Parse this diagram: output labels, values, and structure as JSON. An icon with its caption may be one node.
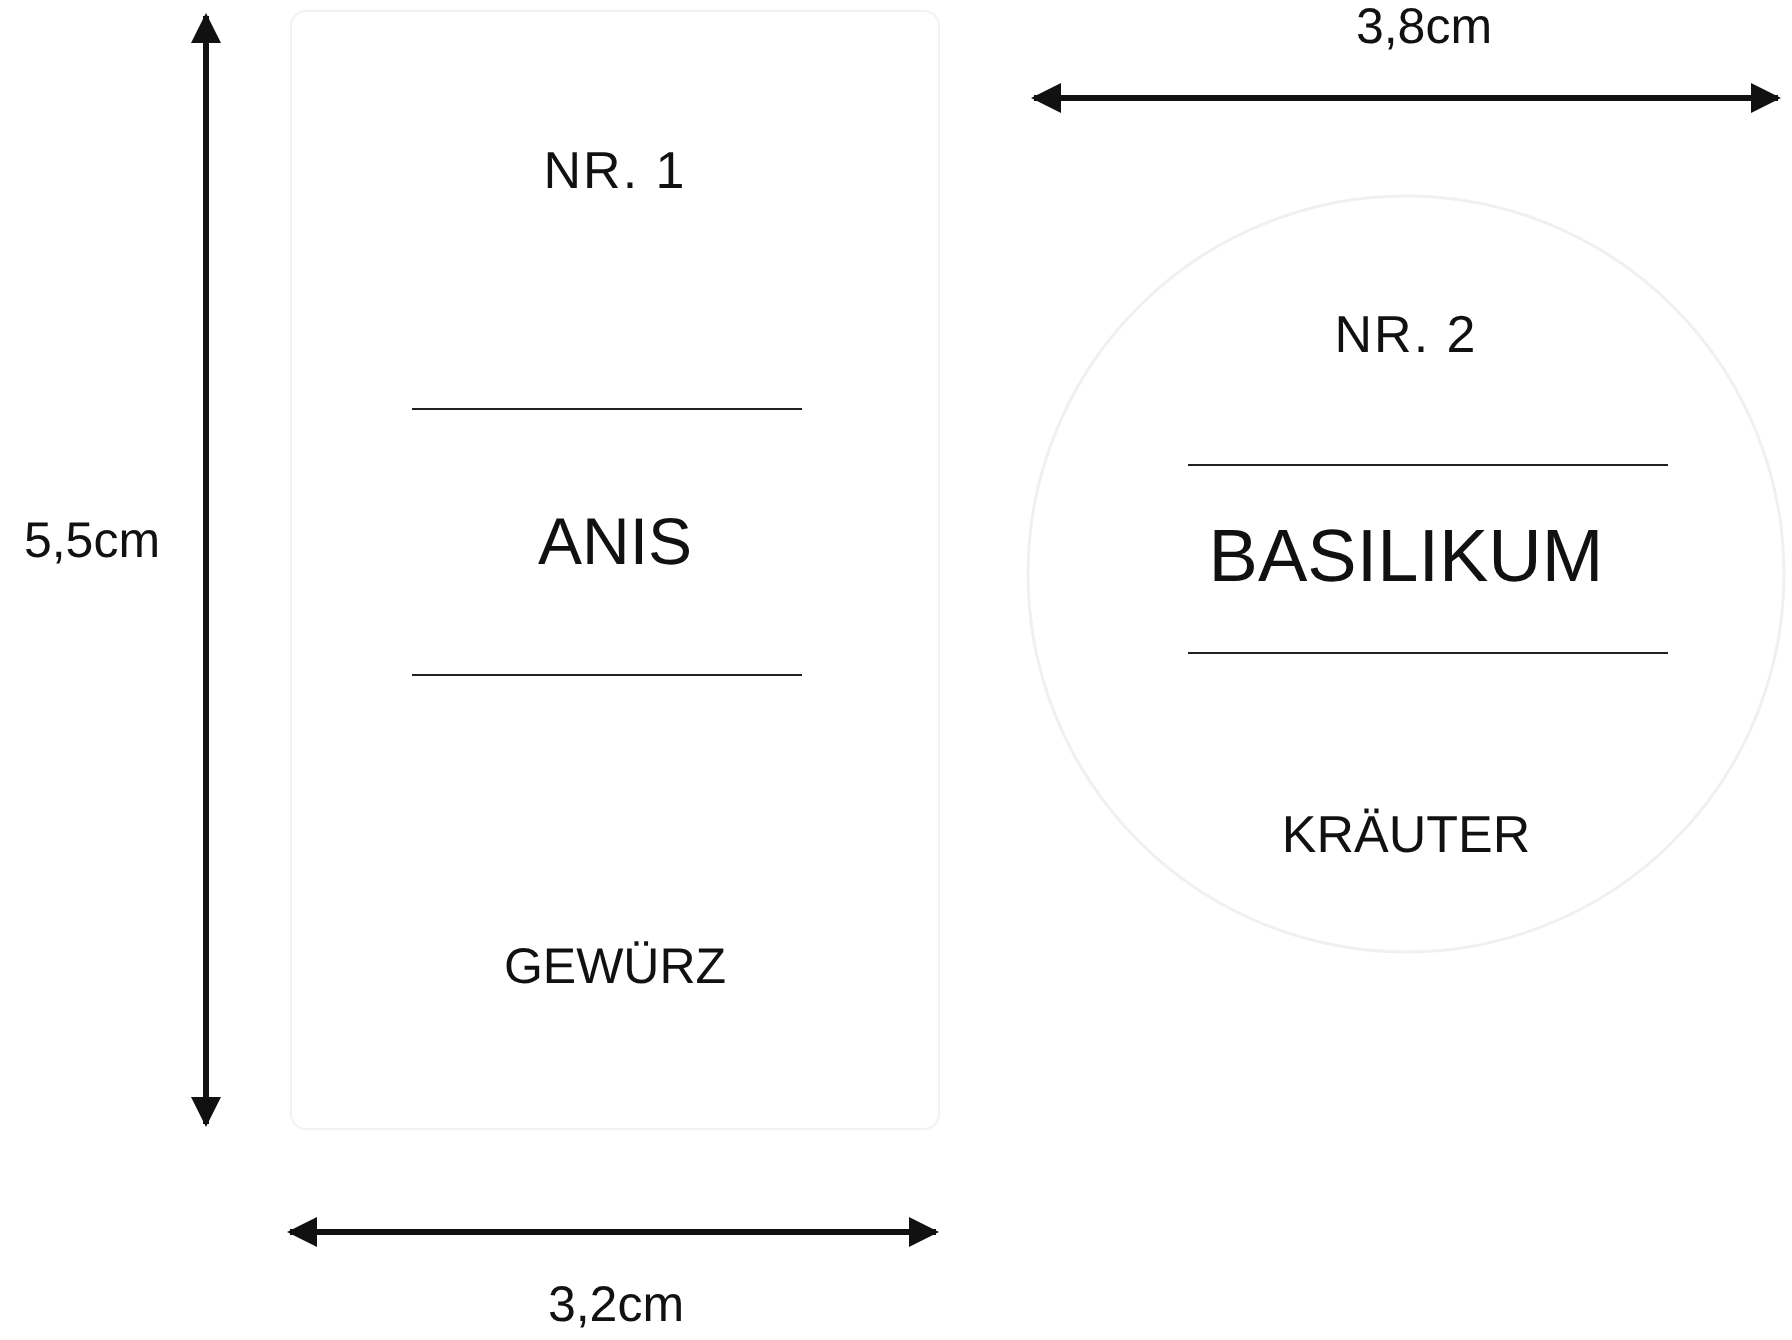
{
  "diagram": {
    "nodes": [
      {
        "text": [
          "NR. 1",
          "ANIS",
          "GEWÜRZ"
        ]
      },
      {
        "text": [
          "NR. 2",
          "BASILIKUM",
          "KRÄUTER"
        ]
      }
    ],
    "labels": [
      "3,8cm",
      "5,5cm",
      "3,2cm"
    ]
  }
}
